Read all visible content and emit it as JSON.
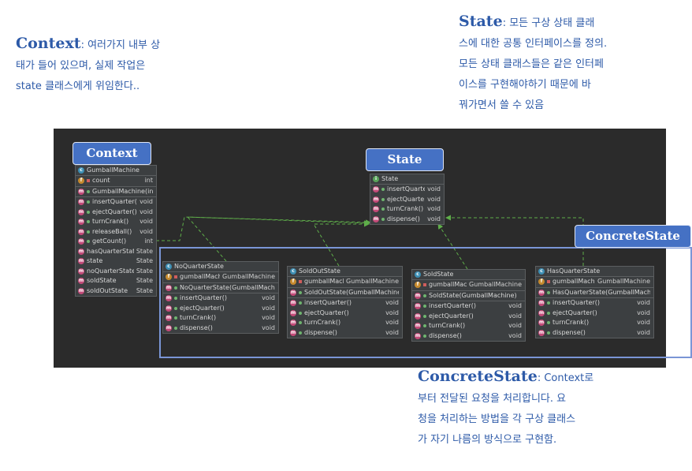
{
  "notes": {
    "context": {
      "head": "Context",
      "body": ": 여러가지 내부 상\n태가 들어 있으며, 실제 작업은\nstate 클래스에게 위임한다.."
    },
    "state": {
      "head": "State",
      "body": ": 모든 구상 상태 클래\n스에 대한 공통 인터페이스를 정의.\n모든 상태 클래스들은 같은 인터페\n이스를 구현해야하기 때문에 바\n꿔가면서 쓸 수 있음"
    },
    "concrete": {
      "head": "ConcreteState",
      "body": ": Context로\n부터 전달된 요청을 처리합니다. 요\n청을 처리하는 방법을 각 구상 클래스\n가 자기 나름의 방식으로 구현함."
    }
  },
  "tags": {
    "context": "Context",
    "state": "State",
    "concrete": "ConcreteState"
  },
  "classes": {
    "gumball": {
      "name": "GumballMachine",
      "fields": [
        {
          "name": "count",
          "type": "int"
        }
      ],
      "constructors": [
        {
          "name": "GumballMachine(int)",
          "type": ""
        }
      ],
      "methods": [
        {
          "name": "insertQuarter()",
          "type": "void"
        },
        {
          "name": "ejectQuarter()",
          "type": "void"
        },
        {
          "name": "turnCrank()",
          "type": "void"
        },
        {
          "name": "releaseBall()",
          "type": "void"
        },
        {
          "name": "getCount()",
          "type": "int"
        },
        {
          "name": "hasQuarterState",
          "type": "State"
        },
        {
          "name": "state",
          "type": "State"
        },
        {
          "name": "noQuarterState",
          "type": "State"
        },
        {
          "name": "soldState",
          "type": "State"
        },
        {
          "name": "soldOutState",
          "type": "State"
        }
      ]
    },
    "state": {
      "name": "State",
      "methods": [
        {
          "name": "insertQuarter()",
          "type": "void"
        },
        {
          "name": "ejectQuarter()",
          "type": "void"
        },
        {
          "name": "turnCrank()",
          "type": "void"
        },
        {
          "name": "dispense()",
          "type": "void"
        }
      ]
    },
    "noquarter": {
      "name": "NoQuarterState",
      "field": {
        "name": "gumballMachine",
        "type": "GumballMachine"
      },
      "ctor": "NoQuarterState(GumballMachine)",
      "methods": [
        {
          "name": "insertQuarter()",
          "type": "void"
        },
        {
          "name": "ejectQuarter()",
          "type": "void"
        },
        {
          "name": "turnCrank()",
          "type": "void"
        },
        {
          "name": "dispense()",
          "type": "void"
        }
      ]
    },
    "soldout": {
      "name": "SoldOutState",
      "field": {
        "name": "gumballMachine",
        "type": "GumballMachine"
      },
      "ctor": "SoldOutState(GumballMachine)",
      "methods": [
        {
          "name": "insertQuarter()",
          "type": "void"
        },
        {
          "name": "ejectQuarter()",
          "type": "void"
        },
        {
          "name": "turnCrank()",
          "type": "void"
        },
        {
          "name": "dispense()",
          "type": "void"
        }
      ]
    },
    "sold": {
      "name": "SoldState",
      "field": {
        "name": "gumballMachine",
        "type": "GumballMachine"
      },
      "ctor": "SoldState(GumballMachine)",
      "methods": [
        {
          "name": "insertQuarter()",
          "type": "void"
        },
        {
          "name": "ejectQuarter()",
          "type": "void"
        },
        {
          "name": "turnCrank()",
          "type": "void"
        },
        {
          "name": "dispense()",
          "type": "void"
        }
      ]
    },
    "hasquarter": {
      "name": "HasQuarterState",
      "field": {
        "name": "gumballMachine",
        "type": "GumballMachine"
      },
      "ctor": "HasQuarterState(GumballMachine)",
      "methods": [
        {
          "name": "insertQuarter()",
          "type": "void"
        },
        {
          "name": "ejectQuarter()",
          "type": "void"
        },
        {
          "name": "turnCrank()",
          "type": "void"
        },
        {
          "name": "dispense()",
          "type": "void"
        }
      ]
    }
  },
  "colors": {
    "annotation": "#2d5aa8",
    "tag": "#4571c4",
    "canvas": "#2b2b2b",
    "arrow": "#5fae4a"
  }
}
